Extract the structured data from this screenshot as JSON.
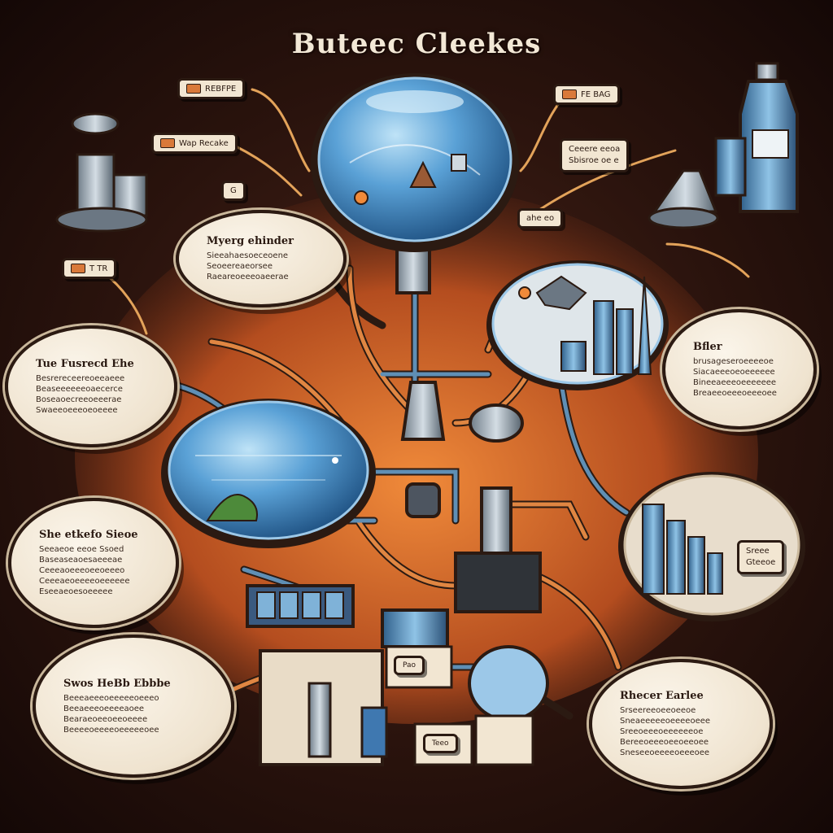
{
  "title": "Buteec Cleekes",
  "tags": {
    "top_left": "REBFPE",
    "top_right": "FE BAG",
    "mid_left_small": "G",
    "left_arrow": "T TR",
    "right_low": "",
    "left_upper": "Wap Recake",
    "right_upper_a": "Ceeere eeoa",
    "right_upper_b": "Sbisroe oe e",
    "center_right": "ahe eo"
  },
  "bubbles": {
    "upper_left": {
      "head": "Myerg ehinder",
      "lines": [
        "Sieeahaesoeceoene",
        "Seoeereaeorsee",
        "Raeareoeeeoaeerae"
      ]
    },
    "left": {
      "head": "Tue Fusrecd Ehe",
      "lines": [
        "Besrereceereoeeaeee",
        "Beaseeeeeeoaecerce",
        "Boseaoecreeoeeerae",
        "Swaeeoeeeoeoeeee"
      ]
    },
    "lower_left": {
      "head": "She etkefo Sieoe",
      "lines": [
        "Seeaeoe eeoe Ssoed",
        "Baseaseaoesaeeeae",
        "Ceeeaoeeeoeeoeeeo",
        "Ceeeaeoeeeeoeeeeee",
        "Eseeaeoesoeeeee"
      ]
    },
    "bottom_left": {
      "head": "Swos HeBb Ebbbe",
      "lines": [
        "Beeeaeeeoeeeeeoeeeo",
        "Beeaeeeoeeeeaoee",
        "Bearaeoeeoeeoeeee",
        "Beeeeoeeeeoeeeeeoee"
      ]
    },
    "right_upper": {
      "head": "Bfler",
      "lines": [
        "brusageseroeeeeoe",
        "Siacaeeeoeoeeeeee",
        "Bineeaeeeoeeeeeee",
        "Breaeeoeeeoeeeoee"
      ]
    },
    "right_mid": {
      "head": "Sreee",
      "lines": [
        "Gteeoe"
      ]
    },
    "bottom_right": {
      "head": "Rhecer Earlee",
      "lines": [
        "Srseereeoeeoeeoe",
        "Sneaeeeeeoeeeeoeee",
        "Sreeoeeeoeeeeeeoe",
        "Bereeoeeeoeeoeeoee",
        "Sneseeoeeeeoeeeoee"
      ]
    }
  },
  "labels": {
    "panel_center": "Pao",
    "panel_bottom": "Teeo"
  },
  "colors": {
    "background": "#2a130d",
    "pipe_orange": "#d9793a",
    "pipe_dark": "#2b1a12",
    "glass_blue": "#4f93cf",
    "paper": "#efe3cf"
  }
}
